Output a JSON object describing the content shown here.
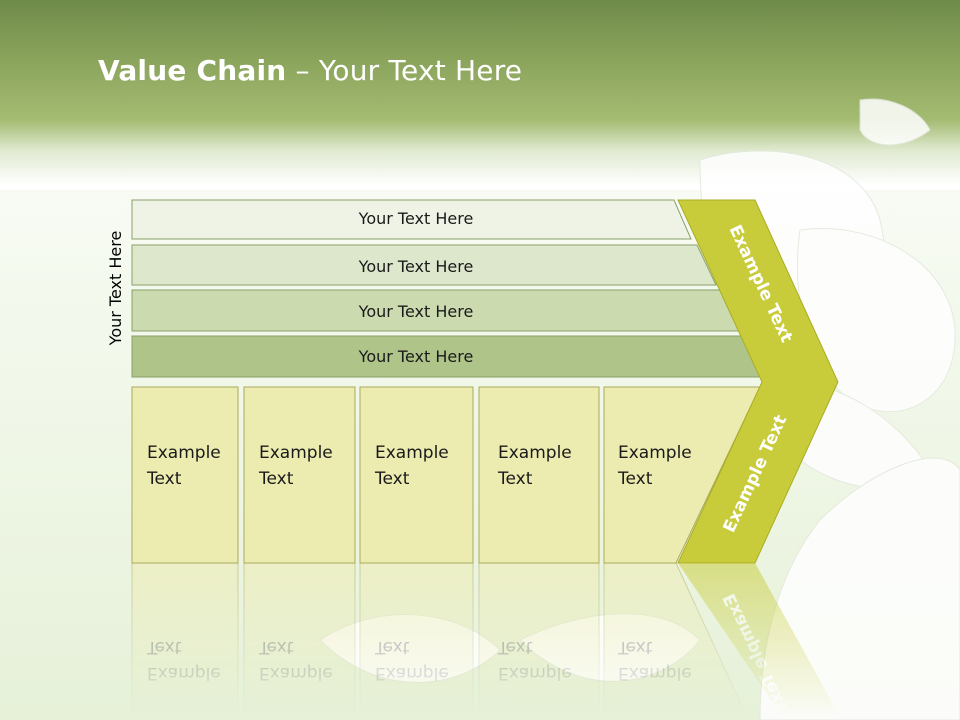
{
  "title": {
    "bold": "Value Chain",
    "rest": " – Your Text Here"
  },
  "side_label": "Your Text Here",
  "bars": [
    "Your Text Here",
    "Your Text Here",
    "Your Text Here",
    "Your Text Here"
  ],
  "boxes": [
    {
      "line1": "Example",
      "line2": "Text"
    },
    {
      "line1": "Example",
      "line2": "Text"
    },
    {
      "line1": "Example",
      "line2": "Text"
    },
    {
      "line1": "Example",
      "line2": "Text"
    },
    {
      "line1": "Example",
      "line2": "Text"
    }
  ],
  "chevron": {
    "upper": "Example Text",
    "lower": "Example Text"
  },
  "colors": {
    "header_green": "#8fa85f",
    "chevron": "#c8cc3a",
    "box_fill": "#ecebb0"
  }
}
